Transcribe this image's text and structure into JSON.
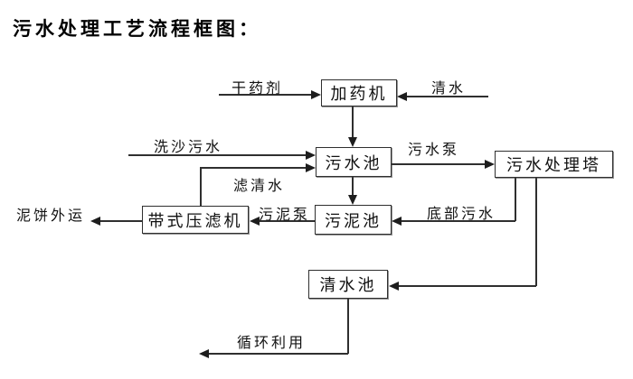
{
  "title": "污水处理工艺流程框图：",
  "nodes": {
    "dosing_machine": "加药机",
    "sewage_pool": "污水池",
    "treatment_tower": "污水处理塔",
    "sludge_pool": "污泥池",
    "belt_filter_press": "带式压滤机",
    "clean_water_pool": "清水池"
  },
  "flow_labels": {
    "dry_chemical": "干药剂",
    "clean_water": "清水",
    "sand_washing_sewage": "洗沙污水",
    "sewage_pump": "污水泵",
    "filtered_water": "滤清水",
    "bottom_sewage": "底部污水",
    "sludge_pump": "污泥泵",
    "mud_cake_out": "泥饼外运",
    "recycle": "循环利用"
  },
  "colors": {
    "line": "#2f2f2f",
    "text": "#000000",
    "background": "#ffffff"
  }
}
